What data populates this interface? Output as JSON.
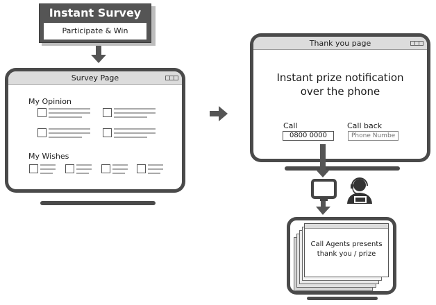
{
  "banner": {
    "title": "Instant Survey",
    "subtitle": "Participate & Win"
  },
  "survey_window": {
    "title": "Survey Page",
    "section_opinion": "My Opinion",
    "section_wishes": "My Wishes"
  },
  "thanks_window": {
    "title": "Thank you page",
    "heading_line1": "Instant prize notification",
    "heading_line2": "over the phone",
    "call_label": "Call",
    "call_number": "0800 0000",
    "callback_label": "Call back",
    "callback_placeholder": "Phone Number"
  },
  "agent_window": {
    "line1": "Call Agents presents",
    "line2": "thank you / prize"
  },
  "icons": [
    "monitor-icon",
    "call-agent-headset-icon",
    "arrow-down-icon",
    "arrow-right-icon"
  ],
  "colors": {
    "banner_dark": "#555555",
    "frame_dark": "#4a4a4a",
    "titlebar": "#dcdcdc",
    "placeholder_line": "#a9a9a9"
  }
}
